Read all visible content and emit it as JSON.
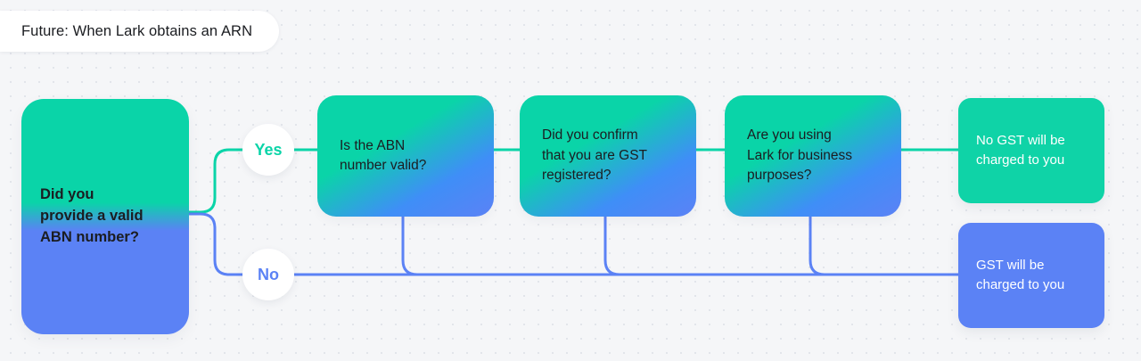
{
  "header": {
    "title": "Future: When Lark obtains an ARN"
  },
  "colors": {
    "background": "#f5f6f8",
    "dot_grid": "#dfe2e8",
    "teal": "#0fd3a7",
    "blue": "#5b82f5",
    "node_fill": "#ffffff",
    "text": "#1b1d21",
    "outcome_text": "#ffffff"
  },
  "flow": {
    "root": {
      "label": "Did you\nprovide a valid\nABN number?"
    },
    "branches": {
      "yes_label": "Yes",
      "no_label": "No"
    },
    "steps": [
      {
        "label": "Is the ABN\nnumber valid?"
      },
      {
        "label": "Did you confirm\nthat you are GST\nregistered?"
      },
      {
        "label": "Are you using\nLark for business\npurposes?"
      }
    ],
    "outcomes": [
      {
        "label": "No GST will be\ncharged to you",
        "color": "#0fd3a7"
      },
      {
        "label": "GST will be\ncharged to you",
        "color": "#5b82f5"
      }
    ]
  }
}
